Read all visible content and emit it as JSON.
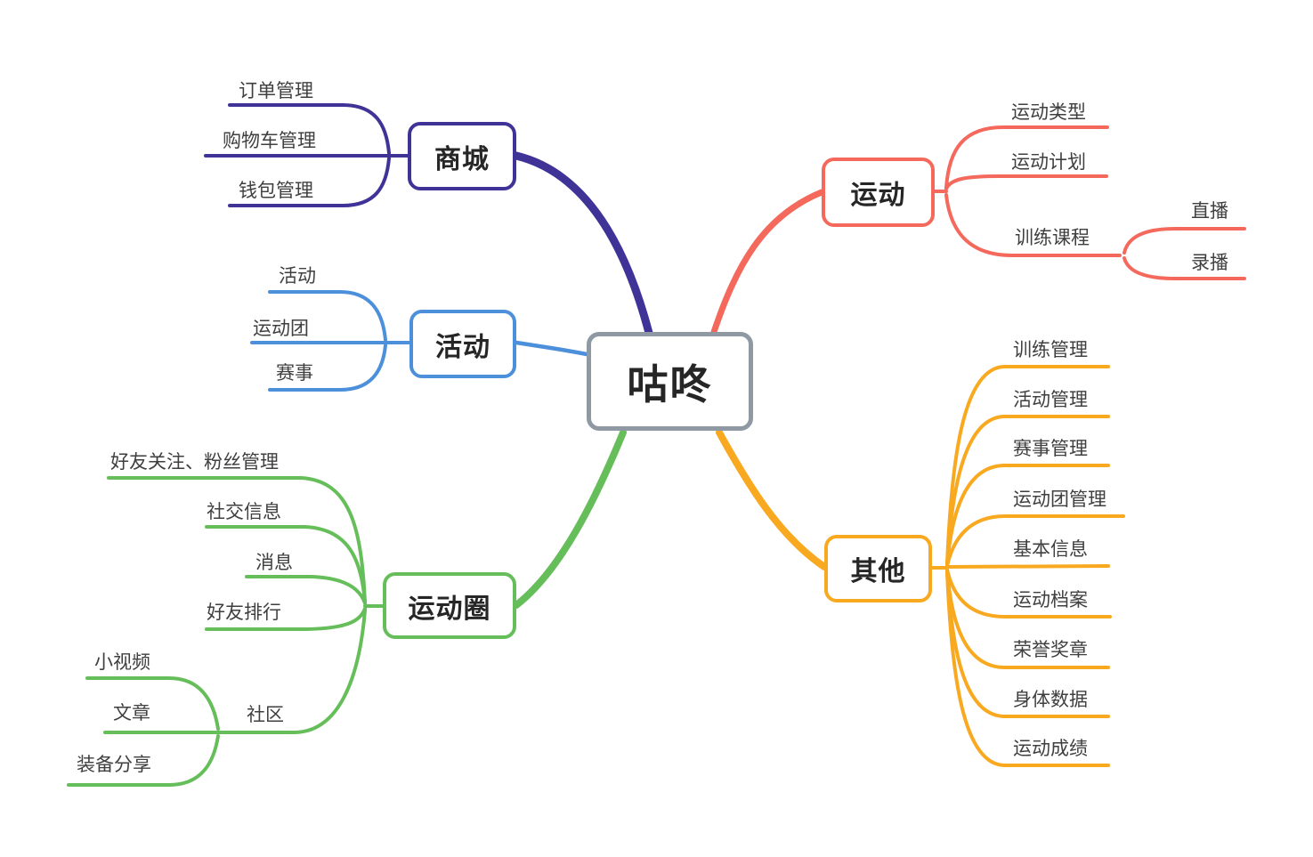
{
  "root": {
    "label": "咕咚"
  },
  "branches": [
    {
      "label": "商城",
      "children": [
        {
          "label": "订单管理"
        },
        {
          "label": "购物车管理"
        },
        {
          "label": "钱包管理"
        }
      ]
    },
    {
      "label": "活动",
      "children": [
        {
          "label": "活动"
        },
        {
          "label": "运动团"
        },
        {
          "label": "赛事"
        }
      ]
    },
    {
      "label": "运动圈",
      "children": [
        {
          "label": "好友关注、粉丝管理"
        },
        {
          "label": "社交信息"
        },
        {
          "label": "消息"
        },
        {
          "label": "好友排行"
        },
        {
          "label": "社区",
          "children": [
            {
              "label": "小视频"
            },
            {
              "label": "文章"
            },
            {
              "label": "装备分享"
            }
          ]
        }
      ]
    },
    {
      "label": "运动",
      "children": [
        {
          "label": "运动类型"
        },
        {
          "label": "运动计划"
        },
        {
          "label": "训练课程",
          "children": [
            {
              "label": "直播"
            },
            {
              "label": "录播"
            }
          ]
        }
      ]
    },
    {
      "label": "其他",
      "children": [
        {
          "label": "训练管理"
        },
        {
          "label": "活动管理"
        },
        {
          "label": "赛事管理"
        },
        {
          "label": "运动团管理"
        },
        {
          "label": "基本信息"
        },
        {
          "label": "运动档案"
        },
        {
          "label": "荣誉奖章"
        },
        {
          "label": "身体数据"
        },
        {
          "label": "运动成绩"
        }
      ]
    }
  ],
  "colors": {
    "shop": "#3F3397",
    "activity": "#4C90DB",
    "circle": "#66BE5A",
    "sport": "#F4695C",
    "other": "#F8A91F",
    "center": "#8E99A4",
    "title_text": "#262626",
    "leaf_text": "#3F3F3F"
  }
}
